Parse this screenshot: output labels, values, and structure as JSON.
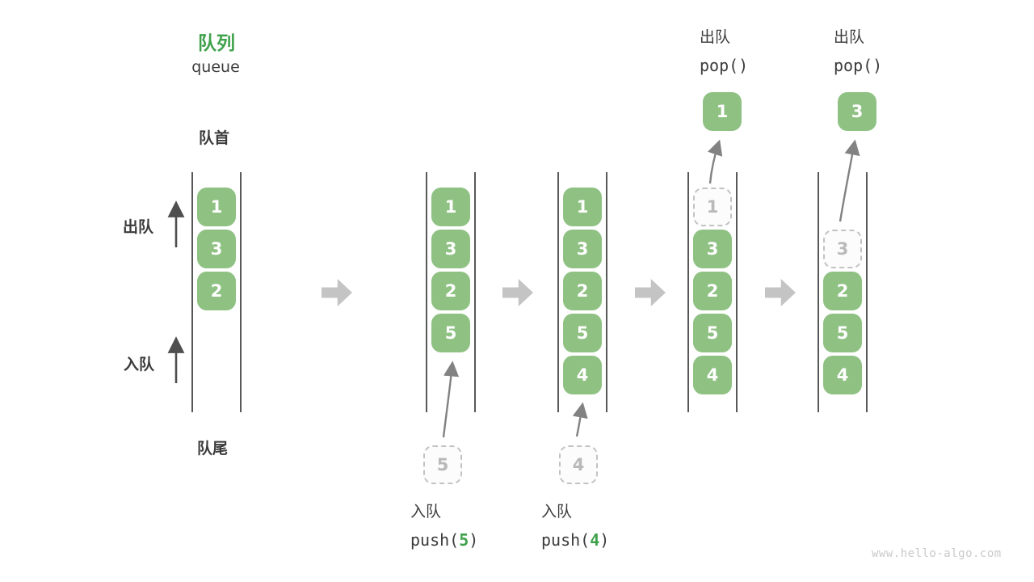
{
  "header": {
    "title_zh": "队列",
    "title_en": "queue"
  },
  "labels": {
    "front": "队首",
    "rear": "队尾",
    "dequeue_side": "出队",
    "enqueue_side": "入队"
  },
  "colors": {
    "accent_green": "#3fa14b",
    "box_green": "#8fc183",
    "box_text": "#ffffff",
    "block_arrow_gray": "#c4c4c4",
    "line_dark": "#585858",
    "dashed_gray": "#c2c2c2",
    "watermark_gray": "#c9c9c9"
  },
  "icons": {
    "flow_arrow": "right-block-arrow",
    "thin_arrow": "thin-curved-arrow"
  },
  "queues": [
    {
      "name": "state-initial",
      "cells": [
        {
          "v": "1"
        },
        {
          "v": "3"
        },
        {
          "v": "2"
        }
      ]
    },
    {
      "name": "state-push-5",
      "cells": [
        {
          "v": "1"
        },
        {
          "v": "3"
        },
        {
          "v": "2"
        },
        {
          "v": "5"
        }
      ],
      "incoming": "5",
      "op": {
        "name": "入队",
        "code_prefix": "push(",
        "arg": "5",
        "code_suffix": ")"
      }
    },
    {
      "name": "state-push-4",
      "cells": [
        {
          "v": "1"
        },
        {
          "v": "3"
        },
        {
          "v": "2"
        },
        {
          "v": "5"
        },
        {
          "v": "4"
        }
      ],
      "incoming": "4",
      "op": {
        "name": "入队",
        "code_prefix": "push(",
        "arg": "4",
        "code_suffix": ")"
      }
    },
    {
      "name": "state-pop-1",
      "cells": [
        {
          "v": "1",
          "dashed": true
        },
        {
          "v": "3"
        },
        {
          "v": "2"
        },
        {
          "v": "5"
        },
        {
          "v": "4"
        }
      ],
      "popped": "1",
      "op": {
        "name": "出队",
        "code": "pop()"
      }
    },
    {
      "name": "state-pop-3",
      "cells": [
        {
          "v": "3",
          "dashed": true
        },
        {
          "v": "2"
        },
        {
          "v": "5"
        },
        {
          "v": "4"
        }
      ],
      "popped": "3",
      "op": {
        "name": "出队",
        "code": "pop()"
      }
    }
  ],
  "watermark": "www.hello-algo.com"
}
